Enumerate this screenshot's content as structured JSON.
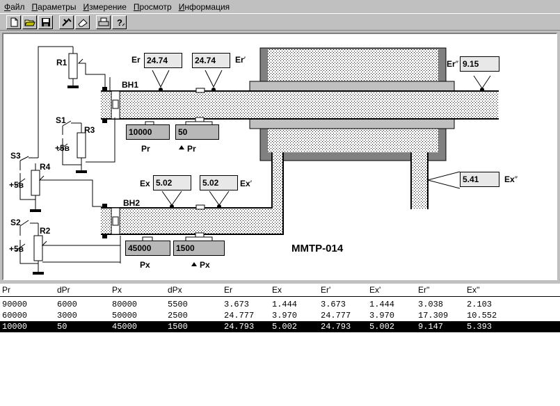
{
  "menu": [
    {
      "ul": "Ф",
      "rest": "айл"
    },
    {
      "ul": "П",
      "rest": "араметры"
    },
    {
      "ul": "И",
      "rest": "змерение"
    },
    {
      "ul": "П",
      "rest": "росмотр"
    },
    {
      "ul": "И",
      "rest": "нформация"
    }
  ],
  "toolbar": {
    "icons": [
      "new-file-icon",
      "open-folder-icon",
      "save-icon",
      "tools-icon",
      "eraser-icon",
      "print-icon",
      "help-icon"
    ]
  },
  "diagram": {
    "title": "MMTP-014",
    "resistors": {
      "r1": "R1",
      "r2": "R2",
      "r3": "R3",
      "r4": "R4"
    },
    "switches": {
      "s1": "S1",
      "s2": "S2",
      "s3": "S3"
    },
    "supplies": {
      "s1": "+5в",
      "s2": "+5в",
      "s3": "+5в"
    },
    "inputs": {
      "vh1": "ВН1",
      "vh2": "ВН2"
    },
    "labels": {
      "er": "Er",
      "er_prime": "Er",
      "er_dprime": "Er",
      "ex": "Ex",
      "ex_prime": "Ex",
      "ex_dprime": "Ex",
      "pr": "Pr",
      "dpr": "Pr",
      "px": "Px",
      "dpx": "Px"
    },
    "values": {
      "er": "24.74",
      "er_prime": "24.74",
      "er_dprime": "9.15",
      "ex": "5.02",
      "ex_prime": "5.02",
      "ex_dprime": "5.41",
      "pr": "10000",
      "dpr": "50",
      "px": "45000",
      "dpx": "1500"
    }
  },
  "table": {
    "columns": [
      "Pr",
      "dPr",
      "Px",
      "dPx",
      "Er",
      "Ex",
      "Er'",
      "Ex'",
      "Er''",
      "Ex''"
    ],
    "rows": [
      [
        "90000",
        "6000",
        "80000",
        "5500",
        "3.673",
        "1.444",
        "3.673",
        "1.444",
        "3.038",
        "2.103"
      ],
      [
        "60000",
        "3000",
        "50000",
        "2500",
        "24.777",
        "3.970",
        "24.777",
        "3.970",
        "17.309",
        "10.552"
      ],
      [
        "10000",
        "50",
        "45000",
        "1500",
        "24.793",
        "5.002",
        "24.793",
        "5.002",
        "9.147",
        "5.393"
      ]
    ],
    "selected_row": 2
  }
}
